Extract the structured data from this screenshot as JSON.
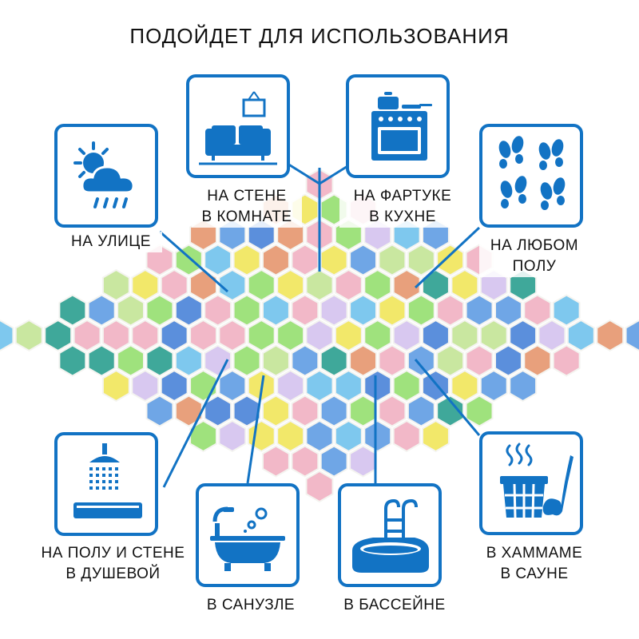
{
  "title": "ПОДОЙДЕТ ДЛЯ ИСПОЛЬЗОВАНИЯ",
  "accent_color": "#1273c4",
  "tile_colors": [
    "#6fa6e6",
    "#f2e86a",
    "#9fe27d",
    "#3fa89a",
    "#f2b8c8",
    "#e8a07c",
    "#7ec8ee",
    "#d8c8f0",
    "#5b8fdc",
    "#c9e7a0"
  ],
  "uses": [
    {
      "id": "outdoor",
      "icon": "weather-icon",
      "label": "НА УЛИЦЕ"
    },
    {
      "id": "room-wall",
      "icon": "sofa-icon",
      "label": "НА СТЕНЕ\nВ КОМНАТЕ"
    },
    {
      "id": "kitchen-apron",
      "icon": "stove-icon",
      "label": "НА ФАРТУКЕ\nВ КУХНЕ"
    },
    {
      "id": "any-floor",
      "icon": "footprints-icon",
      "label": "НА ЛЮБОМ\nПОЛУ"
    },
    {
      "id": "shower",
      "icon": "shower-icon",
      "label": "НА ПОЛУ И СТЕНЕ\nВ ДУШЕВОЙ"
    },
    {
      "id": "bathroom",
      "icon": "bathtub-icon",
      "label": "В САНУЗЛЕ"
    },
    {
      "id": "pool",
      "icon": "pool-icon",
      "label": "В БАССЕЙНЕ"
    },
    {
      "id": "sauna",
      "icon": "sauna-icon",
      "label": "В ХАММАМЕ\nВ САУНЕ"
    }
  ]
}
